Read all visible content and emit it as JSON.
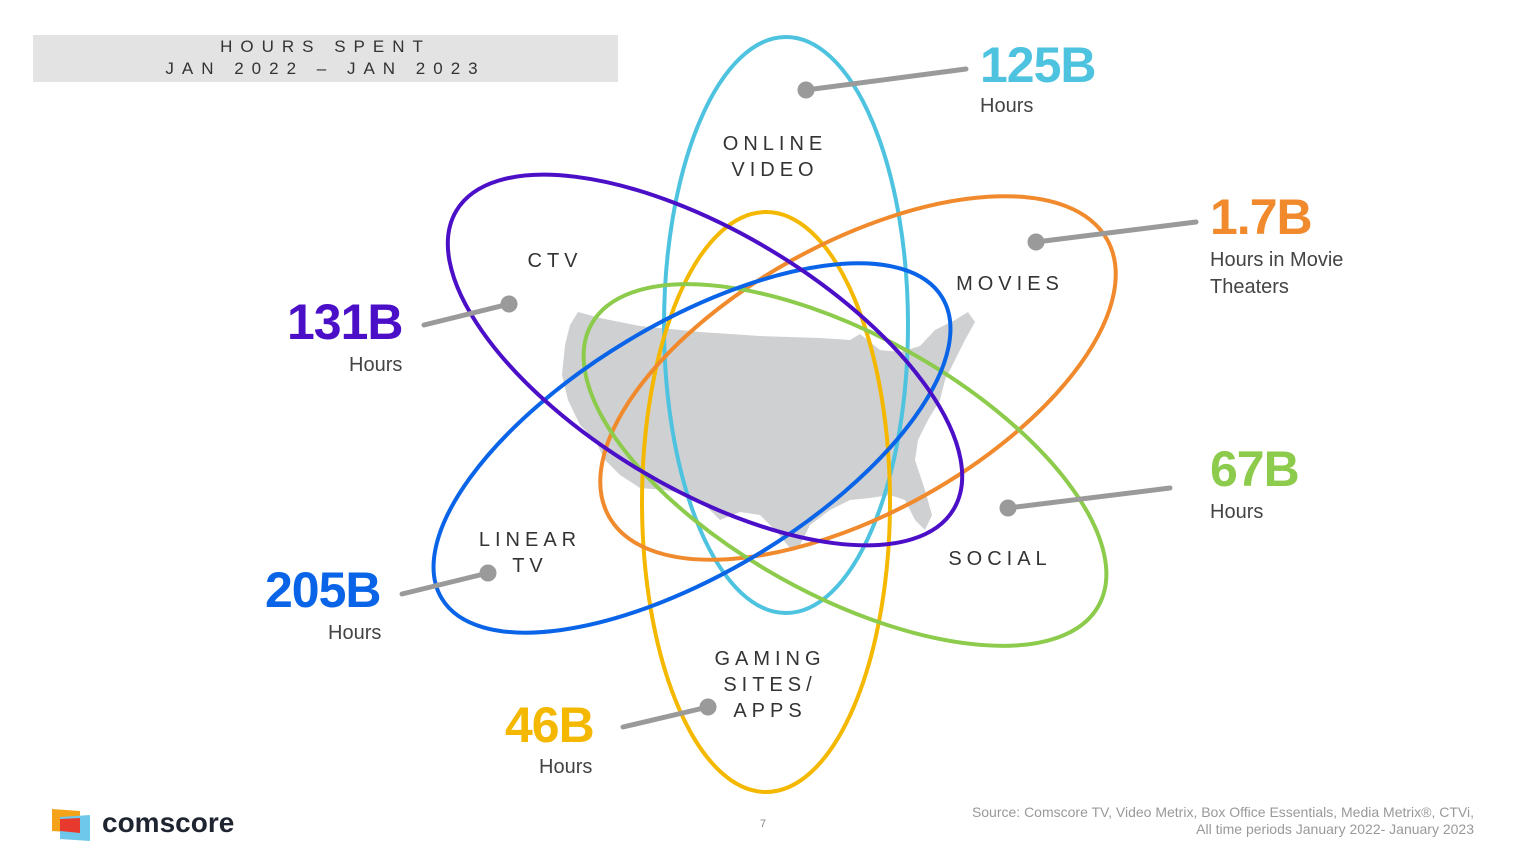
{
  "header": {
    "title_line1": "HOURS SPENT",
    "title_line2": "JAN 2022 – JAN 2023"
  },
  "segments": [
    {
      "id": "online-video",
      "label_line1": "ONLINE",
      "label_line2": "VIDEO",
      "value": "125B",
      "unit_line1": "Hours",
      "unit_line2": "",
      "color": "#4EC3E0"
    },
    {
      "id": "movies",
      "label_line1": "MOVIES",
      "label_line2": "",
      "value": "1.7B",
      "unit_line1": "Hours in Movie",
      "unit_line2": "Theaters",
      "color": "#F08A2C"
    },
    {
      "id": "social",
      "label_line1": "SOCIAL",
      "label_line2": "",
      "value": "67B",
      "unit_line1": "Hours",
      "unit_line2": "",
      "color": "#8CCB4C"
    },
    {
      "id": "gaming",
      "label_line1": "GAMING",
      "label_line2": "SITES/",
      "label_line3": "APPS",
      "value": "46B",
      "unit_line1": "Hours",
      "unit_line2": "",
      "color": "#F5B800"
    },
    {
      "id": "linear-tv",
      "label_line1": "LINEAR",
      "label_line2": "TV",
      "value": "205B",
      "unit_line1": "Hours",
      "unit_line2": "",
      "color": "#0A64E8"
    },
    {
      "id": "ctv",
      "label_line1": "CTV",
      "label_line2": "",
      "value": "131B",
      "unit_line1": "Hours",
      "unit_line2": "",
      "color": "#4B0FC8"
    }
  ],
  "chart_data": {
    "type": "diagram",
    "title": "Hours Spent Jan 2022 – Jan 2023",
    "categories": [
      "Linear TV",
      "CTV",
      "Online Video",
      "Social",
      "Gaming Sites/Apps",
      "Movies"
    ],
    "values": [
      205,
      131,
      125,
      67,
      46,
      1.7
    ],
    "unit": "Billion hours",
    "annotations": {
      "Movies": "Hours in Movie Theaters"
    }
  },
  "footer": {
    "brand": "comscore",
    "page_number": "7",
    "source_line1": "Source: Comscore TV, Video Metrix, Box Office Essentials, Media Metrix®, CTVi,",
    "source_line2": "All time periods January 2022- January 2023"
  }
}
